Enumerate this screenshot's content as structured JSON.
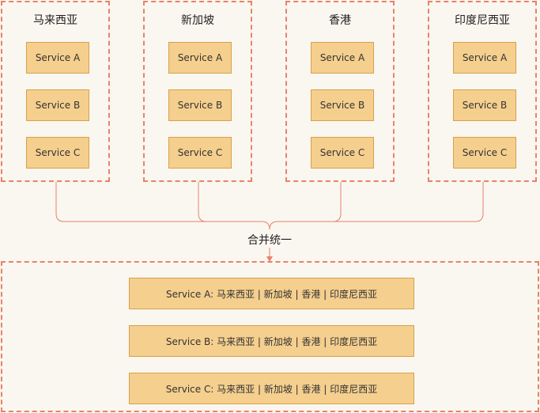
{
  "regions": [
    {
      "title": "马来西亚",
      "services": [
        "Service A",
        "Service B",
        "Service C"
      ]
    },
    {
      "title": "新加坡",
      "services": [
        "Service A",
        "Service B",
        "Service C"
      ]
    },
    {
      "title": "香港",
      "services": [
        "Service A",
        "Service B",
        "Service C"
      ]
    },
    {
      "title": "印度尼西亚",
      "services": [
        "Service A",
        "Service B",
        "Service C"
      ]
    }
  ],
  "merge_label": "合并统一",
  "merged_services": [
    "Service A: 马来西亚 | 新加坡 | 香港 | 印度尼西亚",
    "Service B: 马来西亚 | 新加坡 | 香港 | 印度尼西亚",
    "Service C: 马来西亚 | 新加坡 | 香港 | 印度尼西亚"
  ],
  "colors": {
    "dashed_border": "#E8826A",
    "service_fill": "#F5CF8E",
    "service_border": "#D9A04A",
    "connector": "#E8826A",
    "background": "#FAF7F0"
  }
}
